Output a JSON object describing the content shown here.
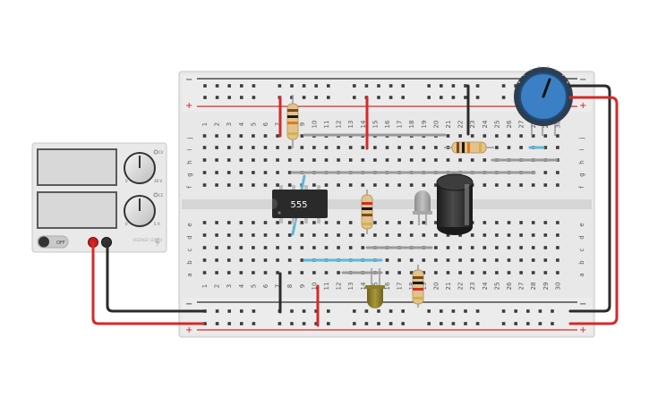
{
  "power_supply": {
    "voltage_label": "30 V",
    "current_label": "5 A",
    "cv_label": "CV",
    "cc_label": "CC",
    "min_label": "0",
    "switch_label": "OFF",
    "brand_label": "VOLTAGE SUPPLY"
  },
  "breadboard": {
    "plus_label": "+",
    "minus_label": "−",
    "row_letters_top": [
      "j",
      "i",
      "h",
      "g",
      "f"
    ],
    "row_letters_bottom": [
      "e",
      "d",
      "c",
      "b",
      "a"
    ],
    "column_numbers": [
      "1",
      "2",
      "3",
      "4",
      "5",
      "6",
      "7",
      "8",
      "9",
      "10",
      "11",
      "12",
      "13",
      "14",
      "15",
      "16",
      "17",
      "18",
      "19",
      "20",
      "21",
      "22",
      "23",
      "24",
      "25",
      "26",
      "27",
      "28",
      "29",
      "30"
    ]
  },
  "ic": {
    "label": "555"
  },
  "colors": {
    "wire_red": "#d42a2a",
    "wire_black": "#2b2b2b",
    "wire_blue": "#5fb7d6",
    "board": "#e6e6e6",
    "ic_body": "#2a2a2a",
    "pot_knob": "#3b7fc4",
    "led_olive": "#8b7d2a",
    "cap_body": "#262626"
  }
}
